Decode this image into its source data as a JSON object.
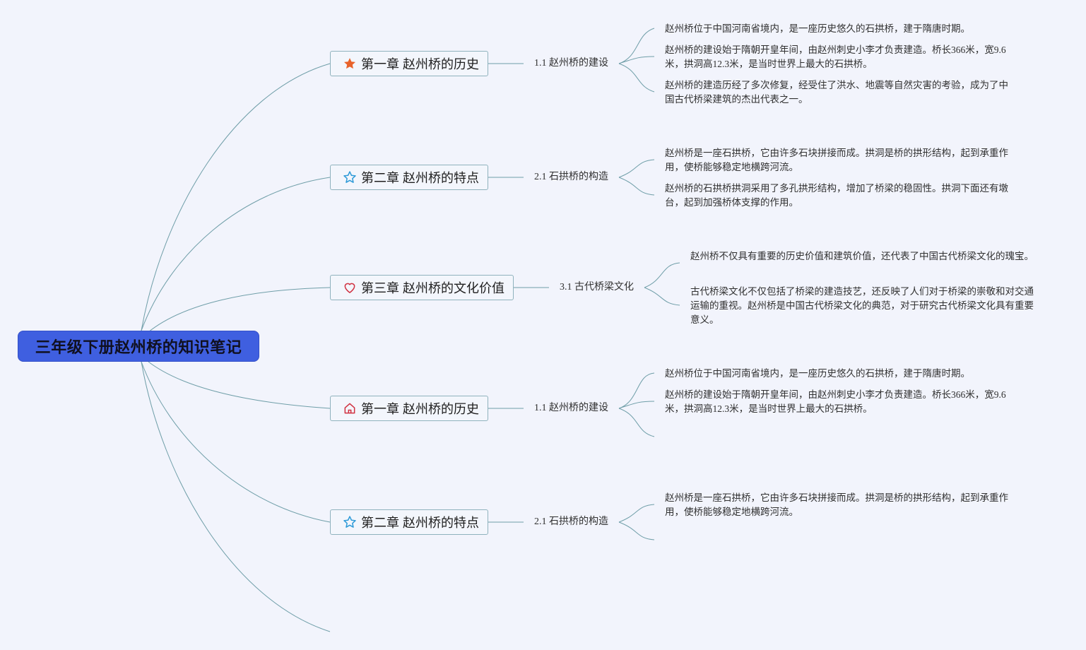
{
  "root": {
    "title": "三年级下册赵州桥的知识笔记"
  },
  "colors": {
    "root_fill": "#3f5fe0",
    "link": "#6f9ea8",
    "node_border": "#8fb2bd",
    "star_filled": "#e8622a",
    "star_outline": "#2f9bd8",
    "heart": "#d03040",
    "home": "#d03040"
  },
  "branches": [
    {
      "chapter": "第一章 赵州桥的历史",
      "icon": "star-filled-icon",
      "sub": "1.1 赵州桥的建设",
      "notes": [
        "赵州桥位于中国河南省境内，是一座历史悠久的石拱桥，建于隋唐时期。",
        "赵州桥的建设始于隋朝开皇年间，由赵州刺史小李才负责建造。桥长366米，宽9.6米，拱洞高12.3米，是当时世界上最大的石拱桥。",
        "赵州桥的建造历经了多次修复，经受住了洪水、地震等自然灾害的考验，成为了中国古代桥梁建筑的杰出代表之一。"
      ]
    },
    {
      "chapter": "第二章 赵州桥的特点",
      "icon": "star-outline-icon",
      "sub": "2.1 石拱桥的构造",
      "notes": [
        "赵州桥是一座石拱桥，它由许多石块拼接而成。拱洞是桥的拱形结构，起到承重作用，使桥能够稳定地横跨河流。",
        "赵州桥的石拱桥拱洞采用了多孔拱形结构，增加了桥梁的稳固性。拱洞下面还有墩台，起到加强桥体支撑的作用。"
      ]
    },
    {
      "chapter": "第三章 赵州桥的文化价值",
      "icon": "heart-icon",
      "sub": "3.1 古代桥梁文化",
      "notes": [
        "赵州桥不仅具有重要的历史价值和建筑价值，还代表了中国古代桥梁文化的瑰宝。",
        "古代桥梁文化不仅包括了桥梁的建造技艺，还反映了人们对于桥梁的崇敬和对交通运输的重视。赵州桥是中国古代桥梁文化的典范，对于研究古代桥梁文化具有重要意义。"
      ]
    },
    {
      "chapter": "第一章 赵州桥的历史",
      "icon": "home-icon",
      "sub": "1.1 赵州桥的建设",
      "notes": [
        "赵州桥位于中国河南省境内，是一座历史悠久的石拱桥，建于隋唐时期。",
        "赵州桥的建设始于隋朝开皇年间，由赵州刺史小李才负责建造。桥长366米，宽9.6米，拱洞高12.3米，是当时世界上最大的石拱桥。"
      ]
    },
    {
      "chapter": "第二章 赵州桥的特点",
      "icon": "star-outline-icon",
      "sub": "2.1 石拱桥的构造",
      "notes": [
        "赵州桥是一座石拱桥，它由许多石块拼接而成。拱洞是桥的拱形结构，起到承重作用，使桥能够稳定地横跨河流。"
      ]
    }
  ]
}
